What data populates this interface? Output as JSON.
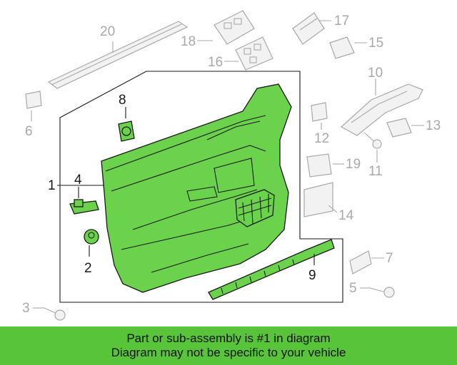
{
  "callouts": {
    "c1": "1",
    "c2": "2",
    "c3": "3",
    "c4": "4",
    "c5": "5",
    "c6": "6",
    "c7": "7",
    "c8": "8",
    "c9": "9",
    "c10": "10",
    "c11": "11",
    "c12": "12",
    "c13": "13",
    "c14": "14",
    "c15": "15",
    "c16": "16",
    "c17": "17",
    "c18": "18",
    "c19": "19",
    "c20": "20"
  },
  "banner": {
    "line1": "Part or sub-assembly is #1 in diagram",
    "line2": "Diagram may not be specific to your vehicle"
  },
  "colors": {
    "highlight_green": "#6ad34b",
    "banner_green": "#57c43a",
    "dim_grey": "#a9a9a9",
    "ink": "#1a1a1a"
  }
}
